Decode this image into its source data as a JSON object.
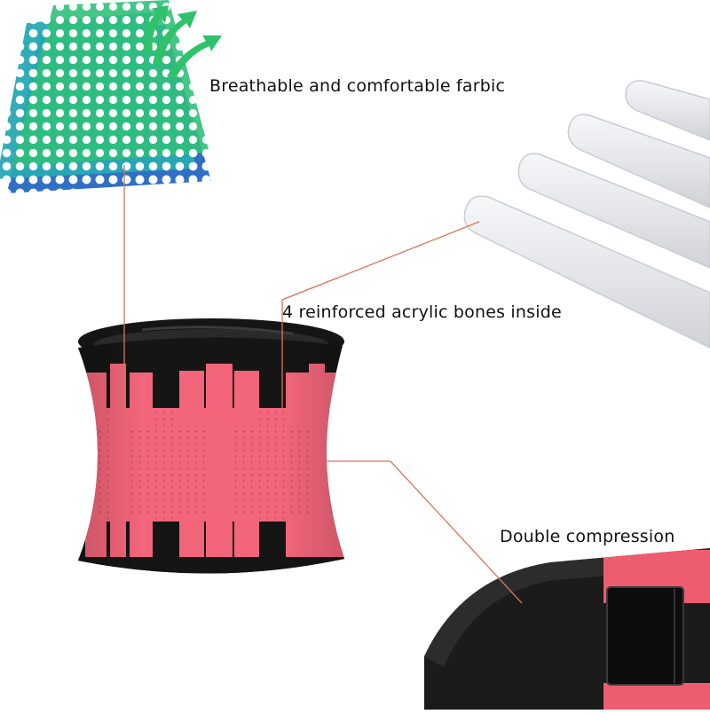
{
  "callouts": {
    "fabric": "Breathable and comfortable farbic",
    "bones": "4 reinforced acrylic bones inside",
    "compression": "Double compression"
  },
  "colors": {
    "background": "#ffffff",
    "belt_pink": "#f2657a",
    "belt_black": "#151515",
    "leader_line": "#d9735a",
    "mesh_blue": "#2f6fc4",
    "mesh_teal": "#2bb7a0",
    "mesh_green": "#2fc26a",
    "bone_gray": "#e2e4e8"
  },
  "icons": {
    "fabric": "perforated-mesh-illustration",
    "air": "airflow-arrows-icon",
    "bones": "acrylic-bone-strips",
    "belt": "waist-trainer-belt",
    "closeup": "velcro-closure-closeup"
  }
}
